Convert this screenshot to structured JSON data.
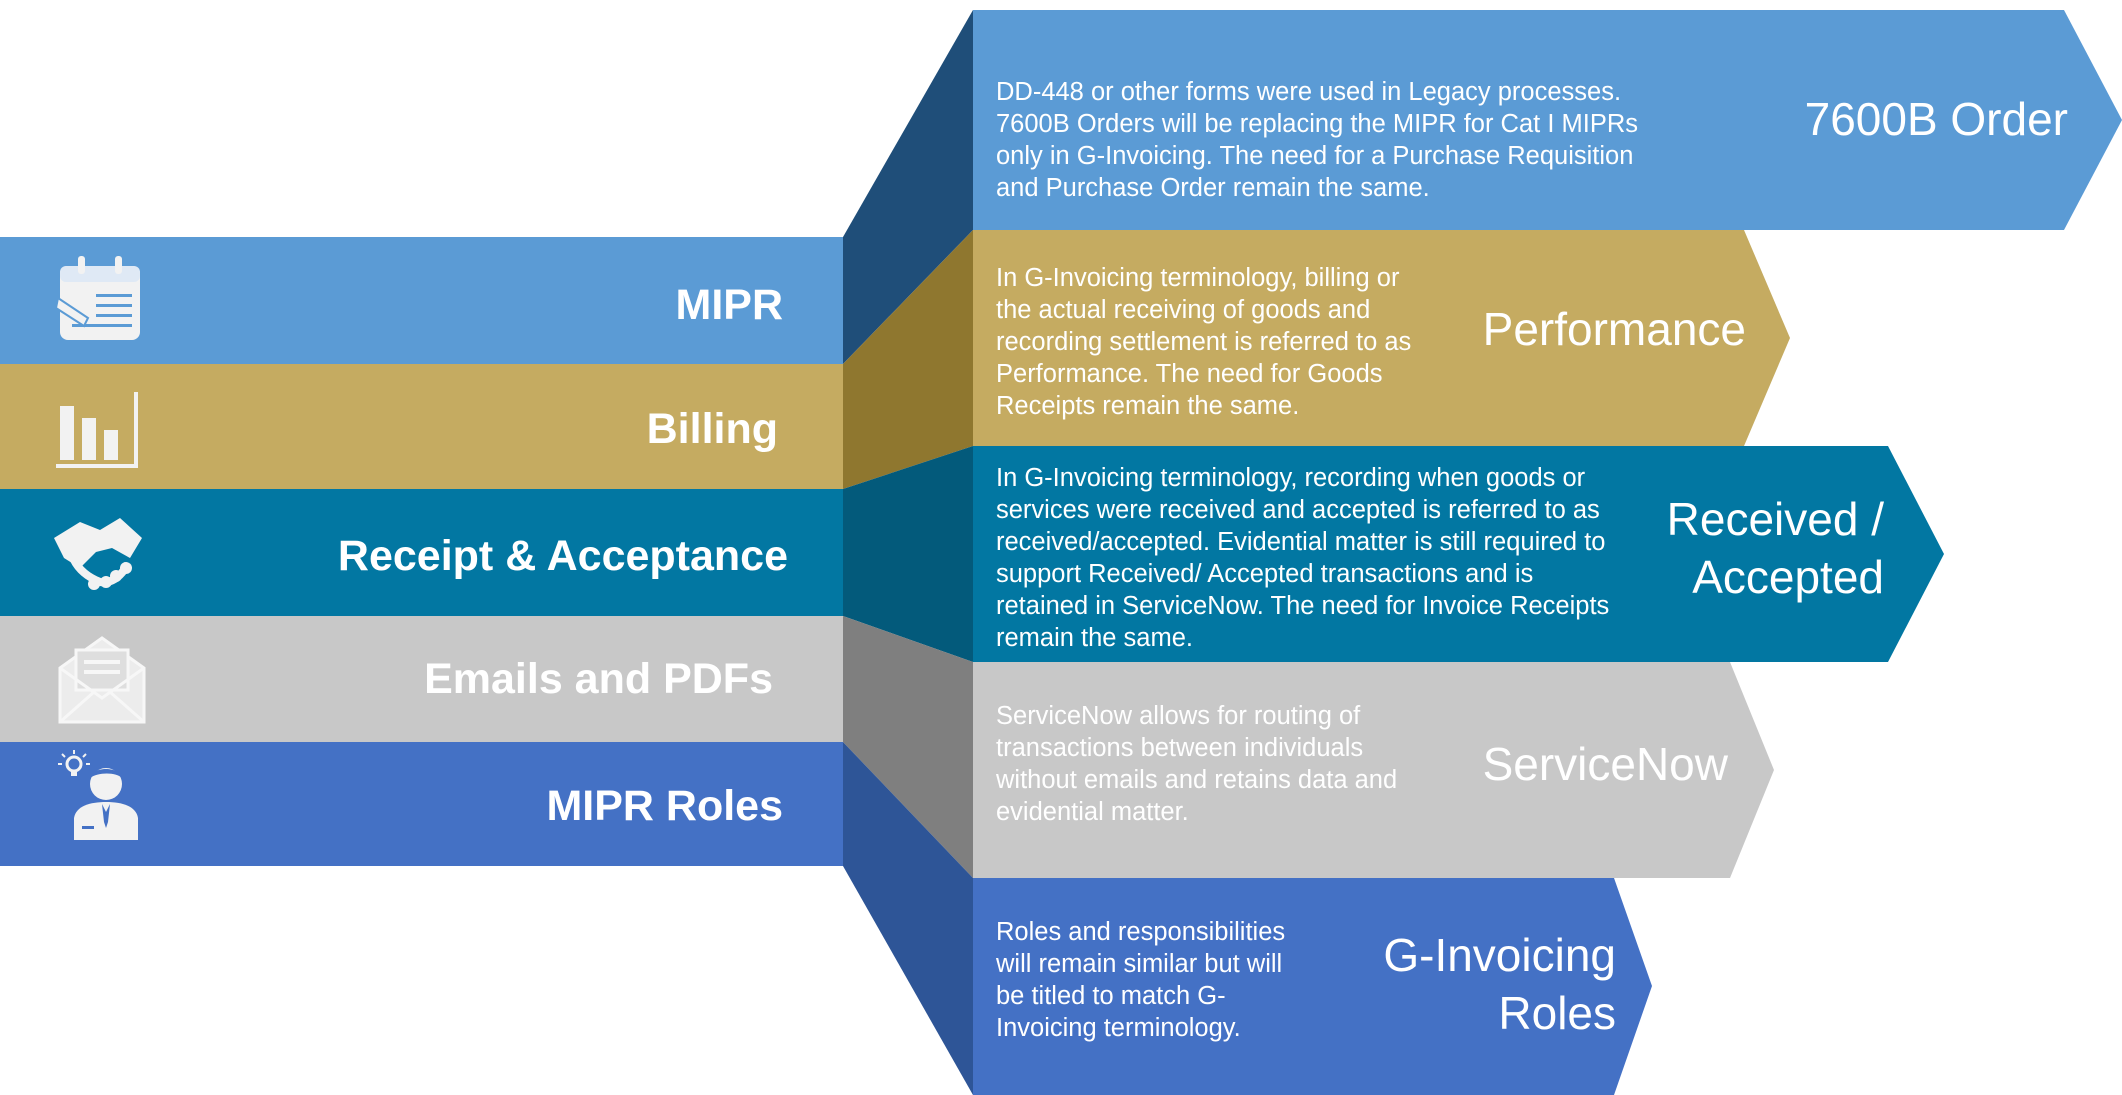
{
  "colors": {
    "mipr": "#5b9bd5",
    "billing": "#c5ab61",
    "receipt": "#0277a2",
    "emails": "#c8c8c8",
    "roles": "#4471c5",
    "mipr_dark": "#1f4e79",
    "billing_dark": "#8f772f",
    "receipt_dark": "#035a7b",
    "emails_dark": "#7f7f7f",
    "roles_dark": "#2e5597"
  },
  "left_items": [
    {
      "label": "MIPR",
      "icon": "calendar-icon"
    },
    {
      "label": "Billing",
      "icon": "bar-chart-icon"
    },
    {
      "label": "Receipt & Acceptance",
      "icon": "handshake-icon"
    },
    {
      "label": "Emails and PDFs",
      "icon": "envelope-icon"
    },
    {
      "label": "MIPR Roles",
      "icon": "person-idea-icon"
    }
  ],
  "right_items": [
    {
      "title": "7600B Order",
      "description": "DD-448 or other forms were used in Legacy processes. 7600B Orders will be replacing the MIPR for Cat I MIPRs only in G-Invoicing. The need for a Purchase Requisition and Purchase Order remain the same."
    },
    {
      "title": "Performance",
      "description": "In G-Invoicing terminology, billing or the actual receiving of goods and recording settlement is referred to as Performance. The need for Goods Receipts remain the same."
    },
    {
      "title": "Received /\nAccepted",
      "description": "In G-Invoicing terminology, recording when goods or services were received and accepted is referred to as received/accepted. Evidential matter is still required to support Received/ Accepted transactions and is retained in ServiceNow. The need for Invoice Receipts remain the same."
    },
    {
      "title": "ServiceNow",
      "description": "ServiceNow allows for routing of transactions between individuals without emails and retains data and evidential matter."
    },
    {
      "title": "G-Invoicing\nRoles",
      "description": "Roles and responsibilities will remain similar but will be titled to match G-Invoicing terminology."
    }
  ]
}
